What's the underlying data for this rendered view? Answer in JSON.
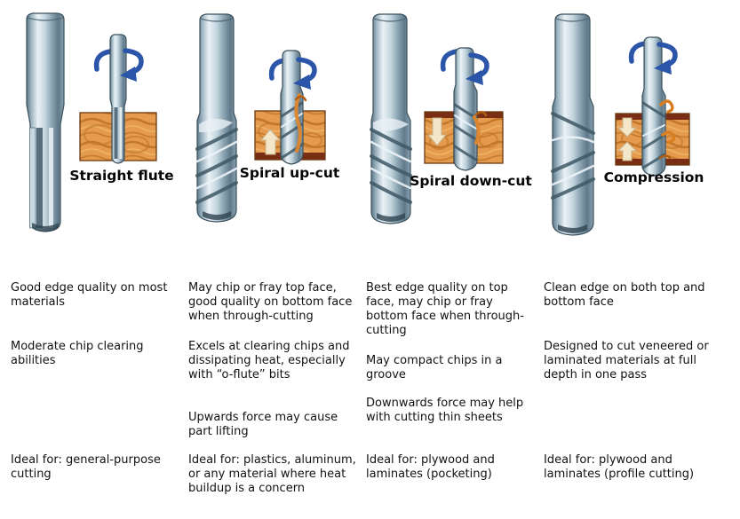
{
  "bits": [
    {
      "id": "straight-flute",
      "label": "Straight flute",
      "paragraphs": [
        "Good edge quality on most materials",
        "Moderate chip clearing abilities",
        "Ideal for: general-purpose cutting"
      ]
    },
    {
      "id": "spiral-up-cut",
      "label": "Spiral up-cut",
      "paragraphs": [
        "May chip or fray top face, good quality on bottom face when through-cutting",
        "Excels at clearing chips and dissipating heat, especially with “o-flute” bits",
        "Upwards force may cause part lifting",
        "Ideal for: plastics, aluminum, or any material where heat buildup is a concern"
      ]
    },
    {
      "id": "spiral-down-cut",
      "label": "Spiral down-cut",
      "paragraphs": [
        "Best edge quality on top face, may chip or fray bottom face when through-cutting",
        "May compact chips in a groove",
        "Downwards force may help with cutting thin sheets",
        "Ideal for: plywood and laminates (pocketing)"
      ]
    },
    {
      "id": "compression",
      "label": "Compression",
      "paragraphs": [
        "Clean edge on both top and bottom face",
        "Designed to cut veneered or laminated materials at full depth in one pass",
        "Ideal for: plywood and laminates (profile cutting)"
      ]
    }
  ],
  "icons": {
    "rotation_arrow": "rotation-arrow-icon",
    "up_force_arrow": "up-arrow-icon",
    "down_force_arrow": "down-arrow-icon",
    "wood_chips": "wood-chips-icon"
  },
  "colors": {
    "background": "#FFFFFF",
    "text": "#121212",
    "wood": "#E49B4D",
    "wood_grain": "#C2762B",
    "laminate_edge": "#7A2D15",
    "steel_light": "#EAF2F6",
    "steel_dark": "#5E7887",
    "rotation_arrow": "#2A55A8",
    "force_arrow": "#F4E7C9",
    "chips": "#E0862B"
  }
}
